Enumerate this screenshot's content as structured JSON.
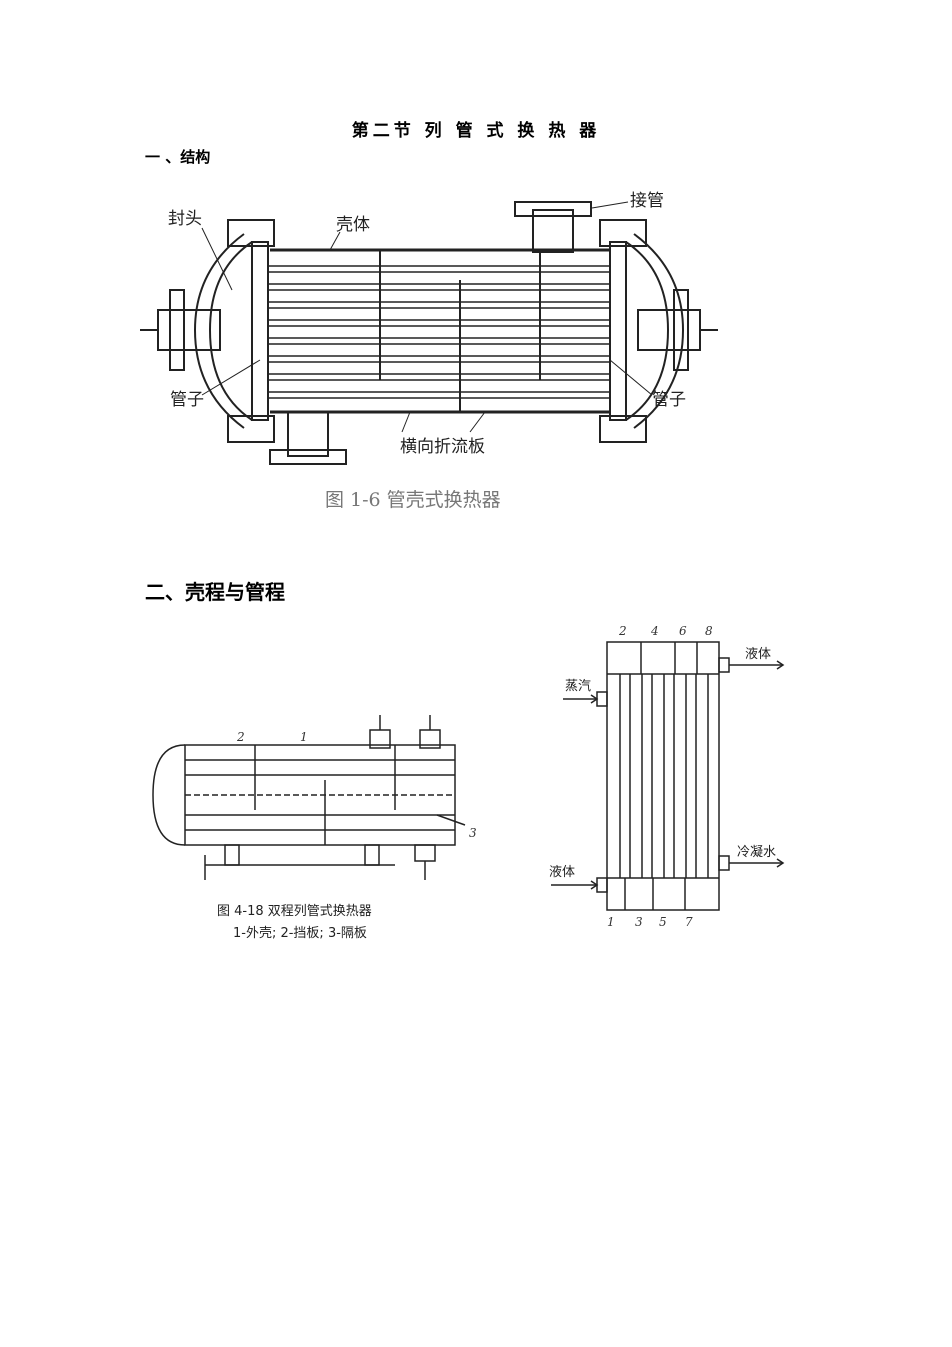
{
  "document": {
    "section_title": "第二节 列  管 式 换 热 器",
    "heading1": "一 、结构",
    "heading2": "二、壳程与管程"
  },
  "figure1": {
    "caption": "图 1-6   管壳式换热器",
    "labels": {
      "head": "封头",
      "shell": "壳体",
      "nozzle": "接管",
      "tube_left": "管子",
      "tube_right": "管子",
      "baffle": "横向折流板"
    }
  },
  "figure2": {
    "caption_line1": "图 4-18  双程列管式换热器",
    "caption_line2": "1-外壳; 2-挡板; 3-隔板",
    "labels": {
      "n1": "1",
      "n2": "2",
      "n3": "3"
    }
  },
  "figure3": {
    "top_numbers": [
      "2",
      "4",
      "6",
      "8"
    ],
    "bottom_numbers": [
      "1",
      "3",
      "5",
      "7"
    ],
    "labels": {
      "steam": "蒸汽",
      "liquid_out": "液体",
      "liquid_in": "液体",
      "condensate": "冷凝水"
    }
  }
}
